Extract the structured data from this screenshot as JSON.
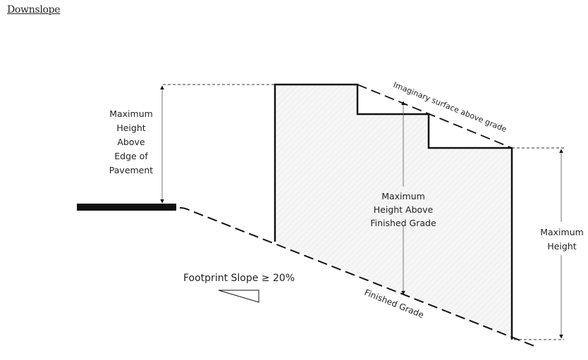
{
  "heading": "Downslope",
  "labels": {
    "edge_of_pavement": [
      "Maximum",
      "Height",
      "Above",
      "Edge of",
      "Pavement"
    ],
    "imaginary_surface": "Imaginary surface above grade",
    "finished_grade_height": [
      "Maximum",
      "Height Above",
      "Finished Grade"
    ],
    "maximum_height": [
      "Maximum",
      "Height"
    ],
    "footprint_slope": "Footprint Slope ≥ 20%",
    "finished_grade": "Finished Grade"
  },
  "colors": {
    "line": "#111111",
    "fill": "#f3f3f3",
    "thin": "#555555"
  }
}
